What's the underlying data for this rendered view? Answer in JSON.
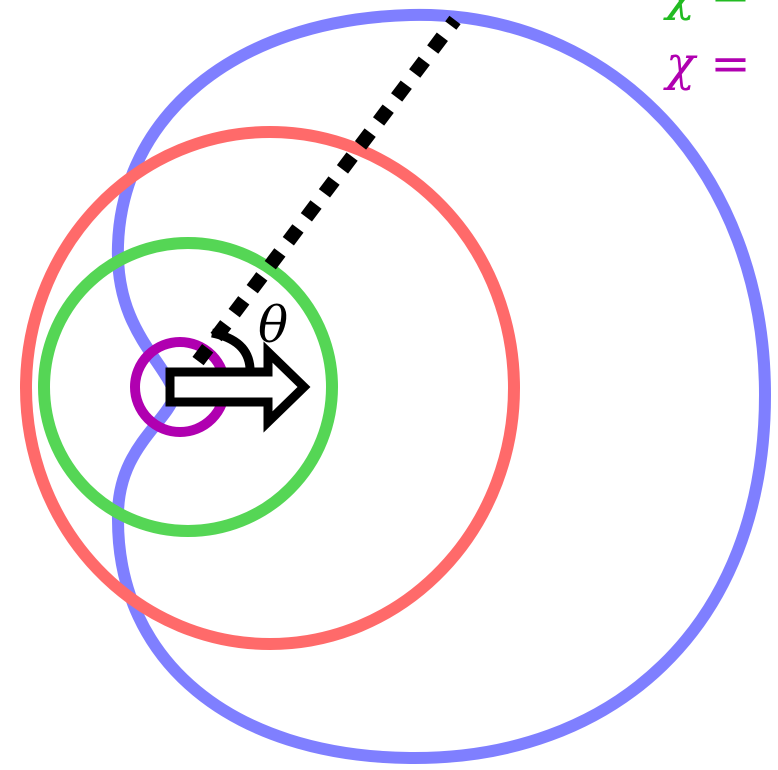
{
  "diagram": {
    "angle_label": "θ",
    "legend": [
      {
        "text": "χ =",
        "color": "#22bb22"
      },
      {
        "text": "χ =",
        "color": "#b000b0"
      }
    ],
    "curves": [
      {
        "name": "blue-curve",
        "color": "#7f7fff"
      },
      {
        "name": "red-curve",
        "color": "#ff6a6a"
      },
      {
        "name": "green-curve",
        "color": "#55d655"
      },
      {
        "name": "magenta-curve",
        "color": "#b000b0"
      }
    ],
    "arrow_color": "#000000",
    "dotted_line_color": "#000000"
  }
}
